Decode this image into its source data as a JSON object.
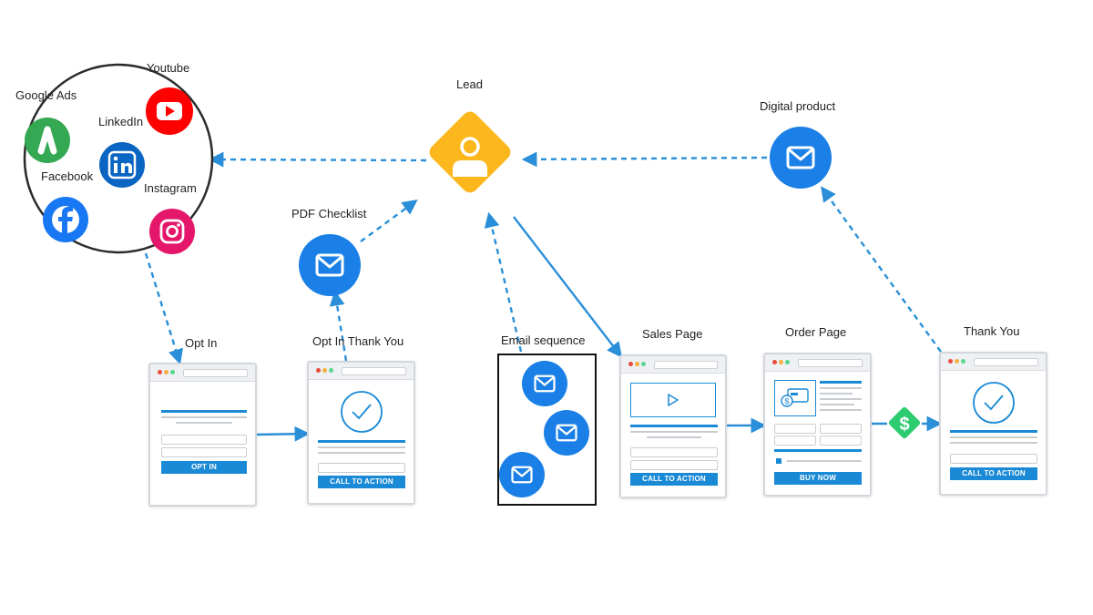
{
  "colors": {
    "accent_blue": "#1a7fe6",
    "arrow_blue": "#2a8fd8",
    "lead_yellow": "#fbb71c",
    "money_green": "#2ecc71",
    "youtube_red": "#ff0000",
    "facebook_blue": "#1877f2",
    "linkedin_blue": "#0a66c2",
    "instagram_pink": "#e4176b",
    "google_ads_green": "#34a853"
  },
  "sources": {
    "youtube": "Youtube",
    "google_ads": "Google Ads",
    "linkedin": "LinkedIn",
    "facebook": "Facebook",
    "instagram": "Instagram"
  },
  "nodes": {
    "lead": "Lead",
    "digital_product": "Digital product",
    "pdf_checklist": "PDF Checklist",
    "email_sequence": "Email sequence"
  },
  "pages": {
    "opt_in": {
      "title": "Opt In",
      "button": "OPT IN"
    },
    "opt_in_thank_you": {
      "title": "Opt In Thank You",
      "button": "CALL TO ACTION"
    },
    "sales_page": {
      "title": "Sales Page",
      "button": "CALL TO ACTION"
    },
    "order_page": {
      "title": "Order Page",
      "button": "BUY NOW"
    },
    "thank_you": {
      "title": "Thank You",
      "button": "CALL TO ACTION"
    }
  },
  "icons": {
    "lead": "user-icon",
    "email": "envelope-icon",
    "money": "dollar-icon",
    "check": "check-circle-icon",
    "video": "play-icon",
    "card": "credit-card-icon"
  }
}
